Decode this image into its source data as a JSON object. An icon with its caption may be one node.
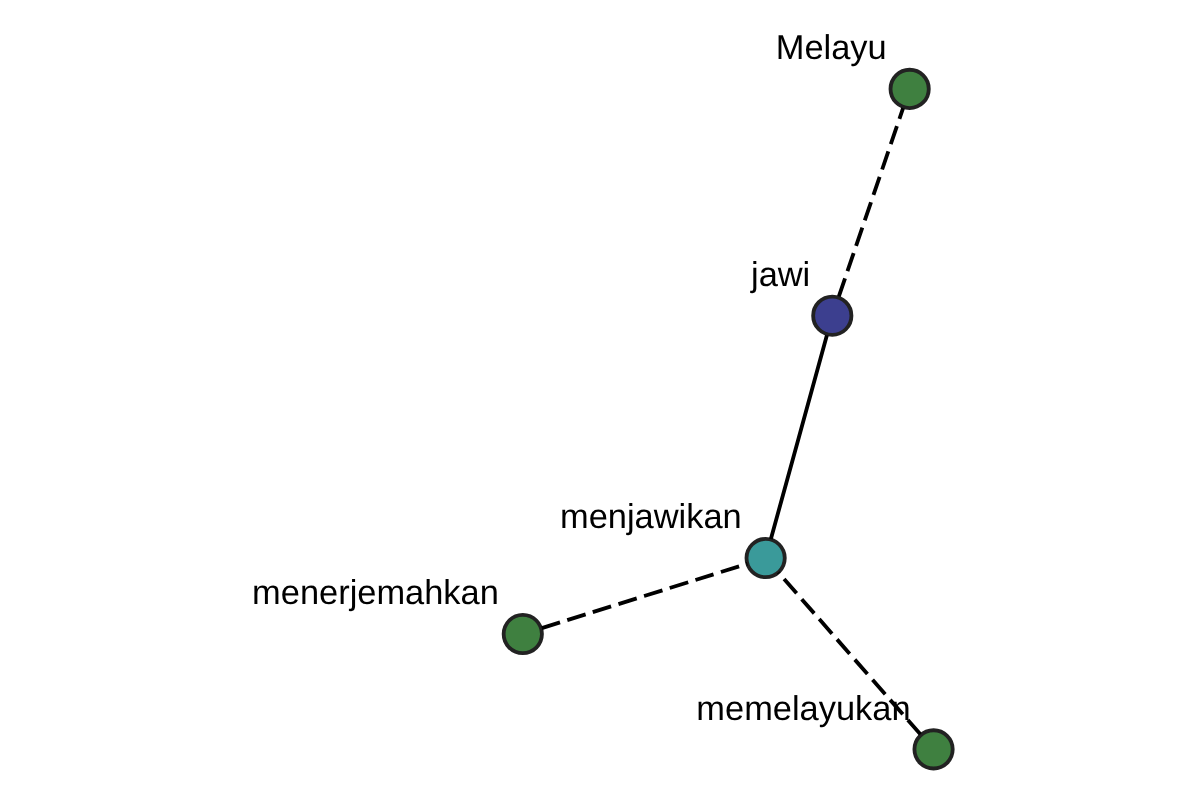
{
  "diagram": {
    "nodes": [
      {
        "text": [
          "menerjemahkan"
        ]
      },
      {
        "text": [
          "memelayukan"
        ]
      },
      {
        "text": [
          "menjawikan"
        ]
      },
      {
        "text": [
          "jawi"
        ]
      },
      {
        "text": [
          "Melayu"
        ]
      }
    ],
    "edges": [
      {
        "from": 0,
        "to": 2,
        "arrow": "none",
        "style": "dashed"
      },
      {
        "from": 1,
        "to": 2,
        "arrow": "none",
        "style": "dashed"
      },
      {
        "from": 2,
        "to": 3,
        "arrow": "none"
      },
      {
        "from": 3,
        "to": 4,
        "arrow": "none",
        "style": "dashed"
      }
    ]
  }
}
